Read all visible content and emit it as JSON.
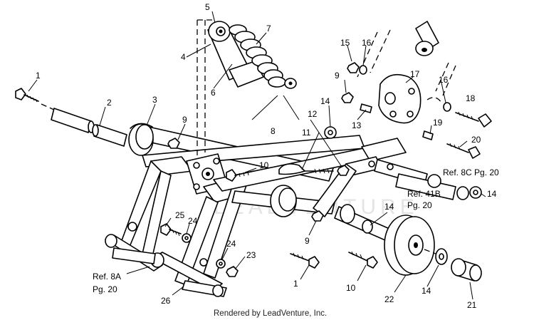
{
  "callouts": {
    "c1a": "1",
    "c2": "2",
    "c3": "3",
    "c4": "4",
    "c5": "5",
    "c6": "6",
    "c7": "7",
    "c8": "8",
    "c9a": "9",
    "c9b": "9",
    "c9c": "9",
    "c10a": "10",
    "c10b": "10",
    "c11": "11",
    "c12": "12",
    "c13": "13",
    "c14a": "14",
    "c14b": "14",
    "c14c": "14",
    "c14d": "14",
    "c15": "15",
    "c16a": "16",
    "c16b": "16",
    "c17": "17",
    "c18": "18",
    "c19": "19",
    "c20": "20",
    "c21": "21",
    "c22": "22",
    "c23": "23",
    "c24a": "24",
    "c24b": "24",
    "c25": "25",
    "c26": "26",
    "c1b": "1"
  },
  "refs": {
    "ref8c": "Ref. 8C Pg. 20",
    "ref41b_1": "Ref. 41B",
    "ref41b_2": "Pg. 20",
    "ref8a_1": "Ref. 8A",
    "ref8a_2": "Pg. 20"
  },
  "watermark": "LEADVENTURE",
  "credit": "Rendered by LeadVenture, Inc."
}
